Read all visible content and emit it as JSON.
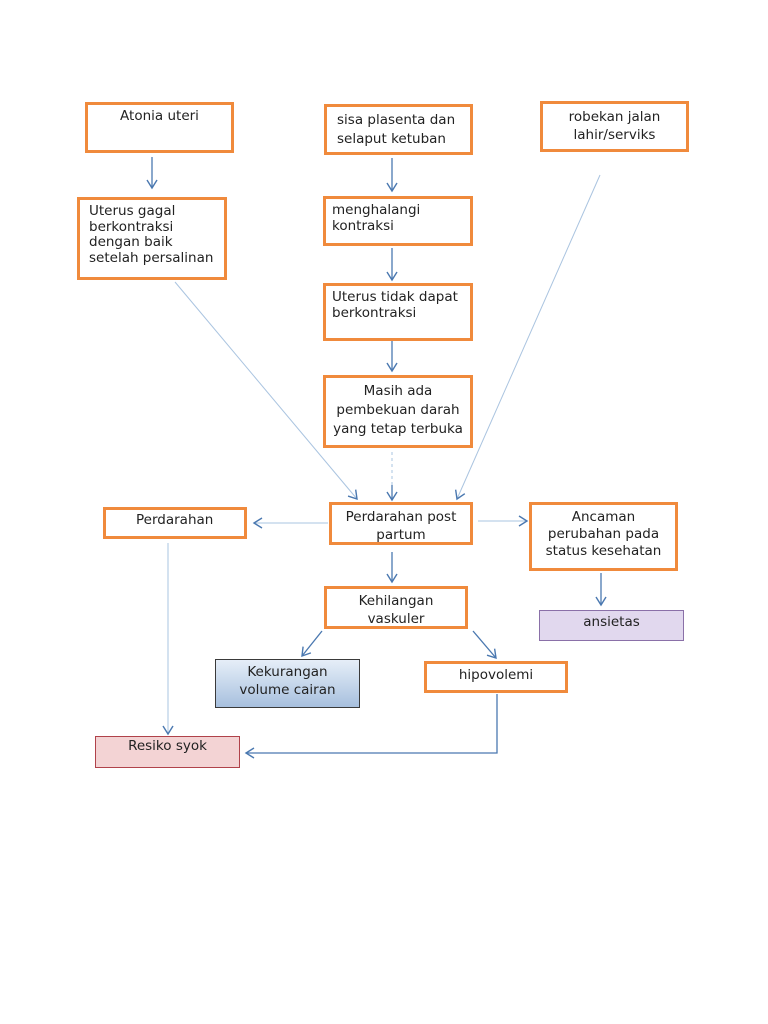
{
  "boxes": {
    "atonia": "Atonia uteri",
    "sisa": "sisa plasenta dan selaput ketuban",
    "robekan": "robekan jalan lahir/serviks",
    "uterus_gagal": "Uterus gagal berkontraksi dengan baik setelah persalinan",
    "menghalangi": "menghalangi kontraksi",
    "uterus_tidak": "Uterus tidak dapat berkontraksi",
    "masih": "Masih ada pembekuan darah yang tetap terbuka",
    "pp": "Perdarahan post partum",
    "perdarahan": "Perdarahan",
    "ancaman": "Ancaman perubahan pada status kesehatan",
    "kehilangan": "Kehilangan vaskuler",
    "ansietas": "ansietas",
    "kekurangan": "Kekurangan volume cairan",
    "hipovolemi": "hipovolemi",
    "resiko": "Resiko syok"
  },
  "colors": {
    "box_border": "#f08a3c",
    "arrow": "#4a78b0",
    "thin_line": "#aac4e0"
  }
}
